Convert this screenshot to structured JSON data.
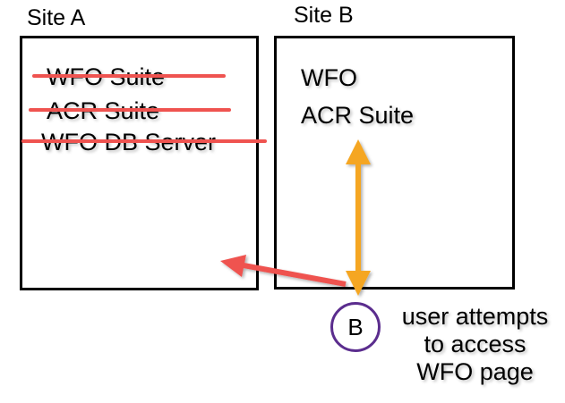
{
  "site_a": {
    "title": "Site A",
    "items": [
      "WFO Suite",
      "ACR Suite",
      "WFO DB Server"
    ]
  },
  "site_b": {
    "title": "Site B",
    "items": [
      "WFO",
      "ACR Suite"
    ]
  },
  "user_node": {
    "label": "B"
  },
  "note": {
    "lines": [
      "user attempts",
      "to access",
      "WFO page"
    ]
  },
  "colors": {
    "strike": "#ef5350",
    "vertical_arrow": "#f5a623",
    "redirect_arrow": "#ef5350",
    "user_circle": "#5b2d8e"
  }
}
